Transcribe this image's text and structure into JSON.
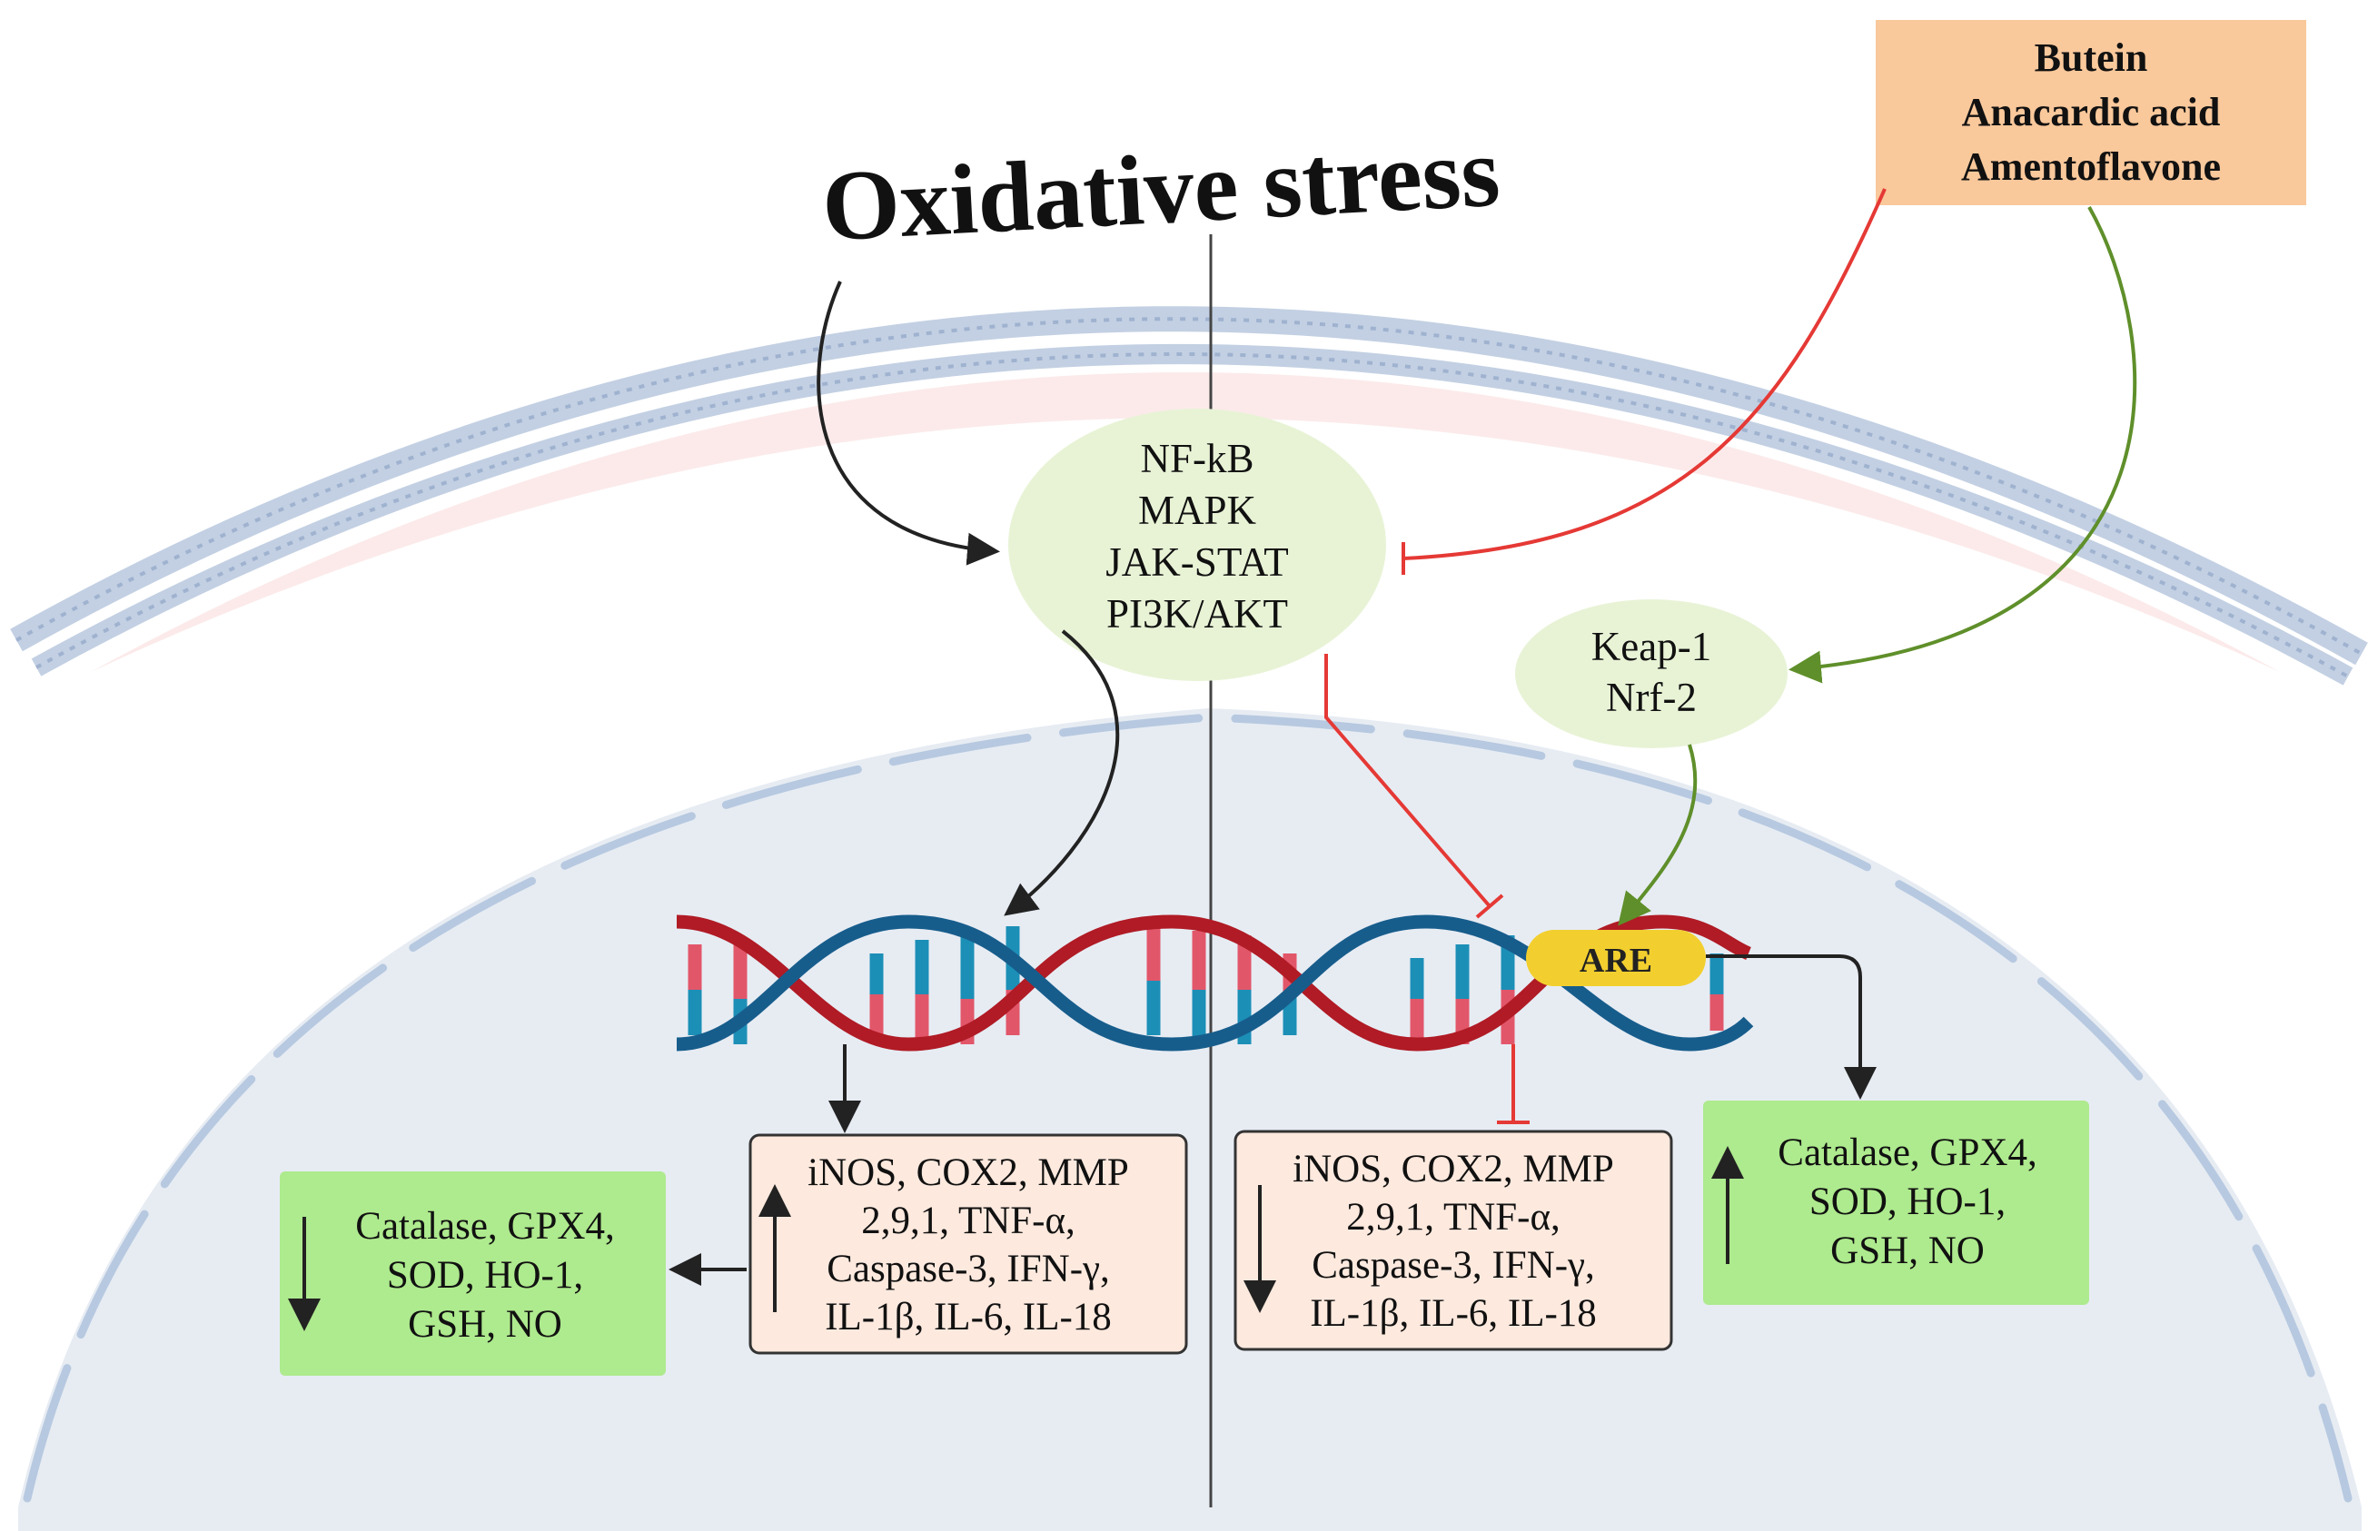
{
  "title": "Oxidative stress",
  "inhibitors": [
    "Butein",
    "Anacardic acid",
    "Amentoflavone"
  ],
  "pathways": [
    "NF-kB",
    "MAPK",
    "JAK-STAT",
    "PI3K/AKT"
  ],
  "keap": [
    "Keap-1",
    "Nrf-2"
  ],
  "are_label": "ARE",
  "inflammatory_markers": [
    "iNOS, COX2, MMP",
    "2,9,1, TNF-α,",
    "Caspase-3, IFN-γ,",
    "IL-1β, IL-6, IL-18"
  ],
  "antioxidants_left": [
    "Catalase, GPX4,",
    "SOD, HO-1,",
    "GSH, NO"
  ],
  "antioxidants_right": [
    "Catalase, GPX4,",
    "SOD, HO-1,",
    "GSH, NO"
  ],
  "colors": {
    "inhibitor_box": "#f9c89b",
    "pathway_ellipse": "#e8f3d6",
    "marker_box": "#fde9de",
    "antioxidant_box": "#aeea8e",
    "are_pill": "#f2cf2f",
    "inhibit_arrow": "#e53935",
    "activate_arrow": "#5f8f2a",
    "membrane": "#a9bcd6",
    "nucleus": "#e7ecf3"
  }
}
